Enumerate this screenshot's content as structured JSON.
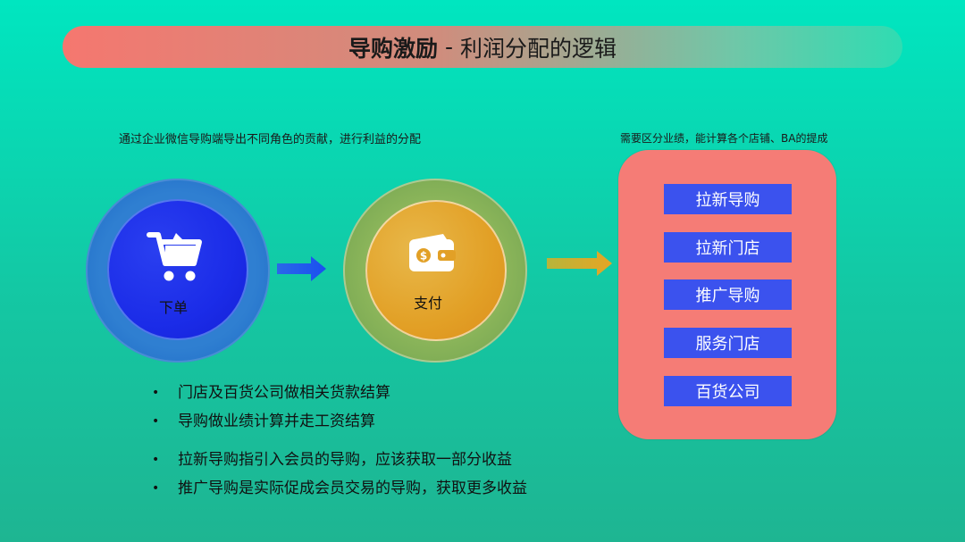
{
  "title": {
    "strong": "导购激励",
    "separator": "-",
    "rest": "利润分配的逻辑"
  },
  "captions": {
    "left": "通过企业微信导购端导出不同角色的贡献，进行利益的分配",
    "right": "需要区分业绩，能计算各个店铺、BA的提成"
  },
  "steps": [
    {
      "label": "下单",
      "icon": "shopping-cart-icon"
    },
    {
      "label": "支付",
      "icon": "wallet-icon"
    }
  ],
  "panel_items": [
    "拉新导购",
    "拉新门店",
    "推广导购",
    "服务门店",
    "百货公司"
  ],
  "bullets_group1": [
    "门店及百货公司做相关货款结算",
    "导购做业绩计算并走工资结算"
  ],
  "bullets_group2": [
    "拉新导购指引入会员的导购，应该获取一部分收益",
    "推广导购是实际促成会员交易的导购，获取更多收益"
  ],
  "colors": {
    "background": "#00e6c0",
    "panel": "#f57c76",
    "panel_button": "#3b52ee",
    "blue_circle": "#1b2ce8",
    "gold_circle": "#e2a026"
  }
}
